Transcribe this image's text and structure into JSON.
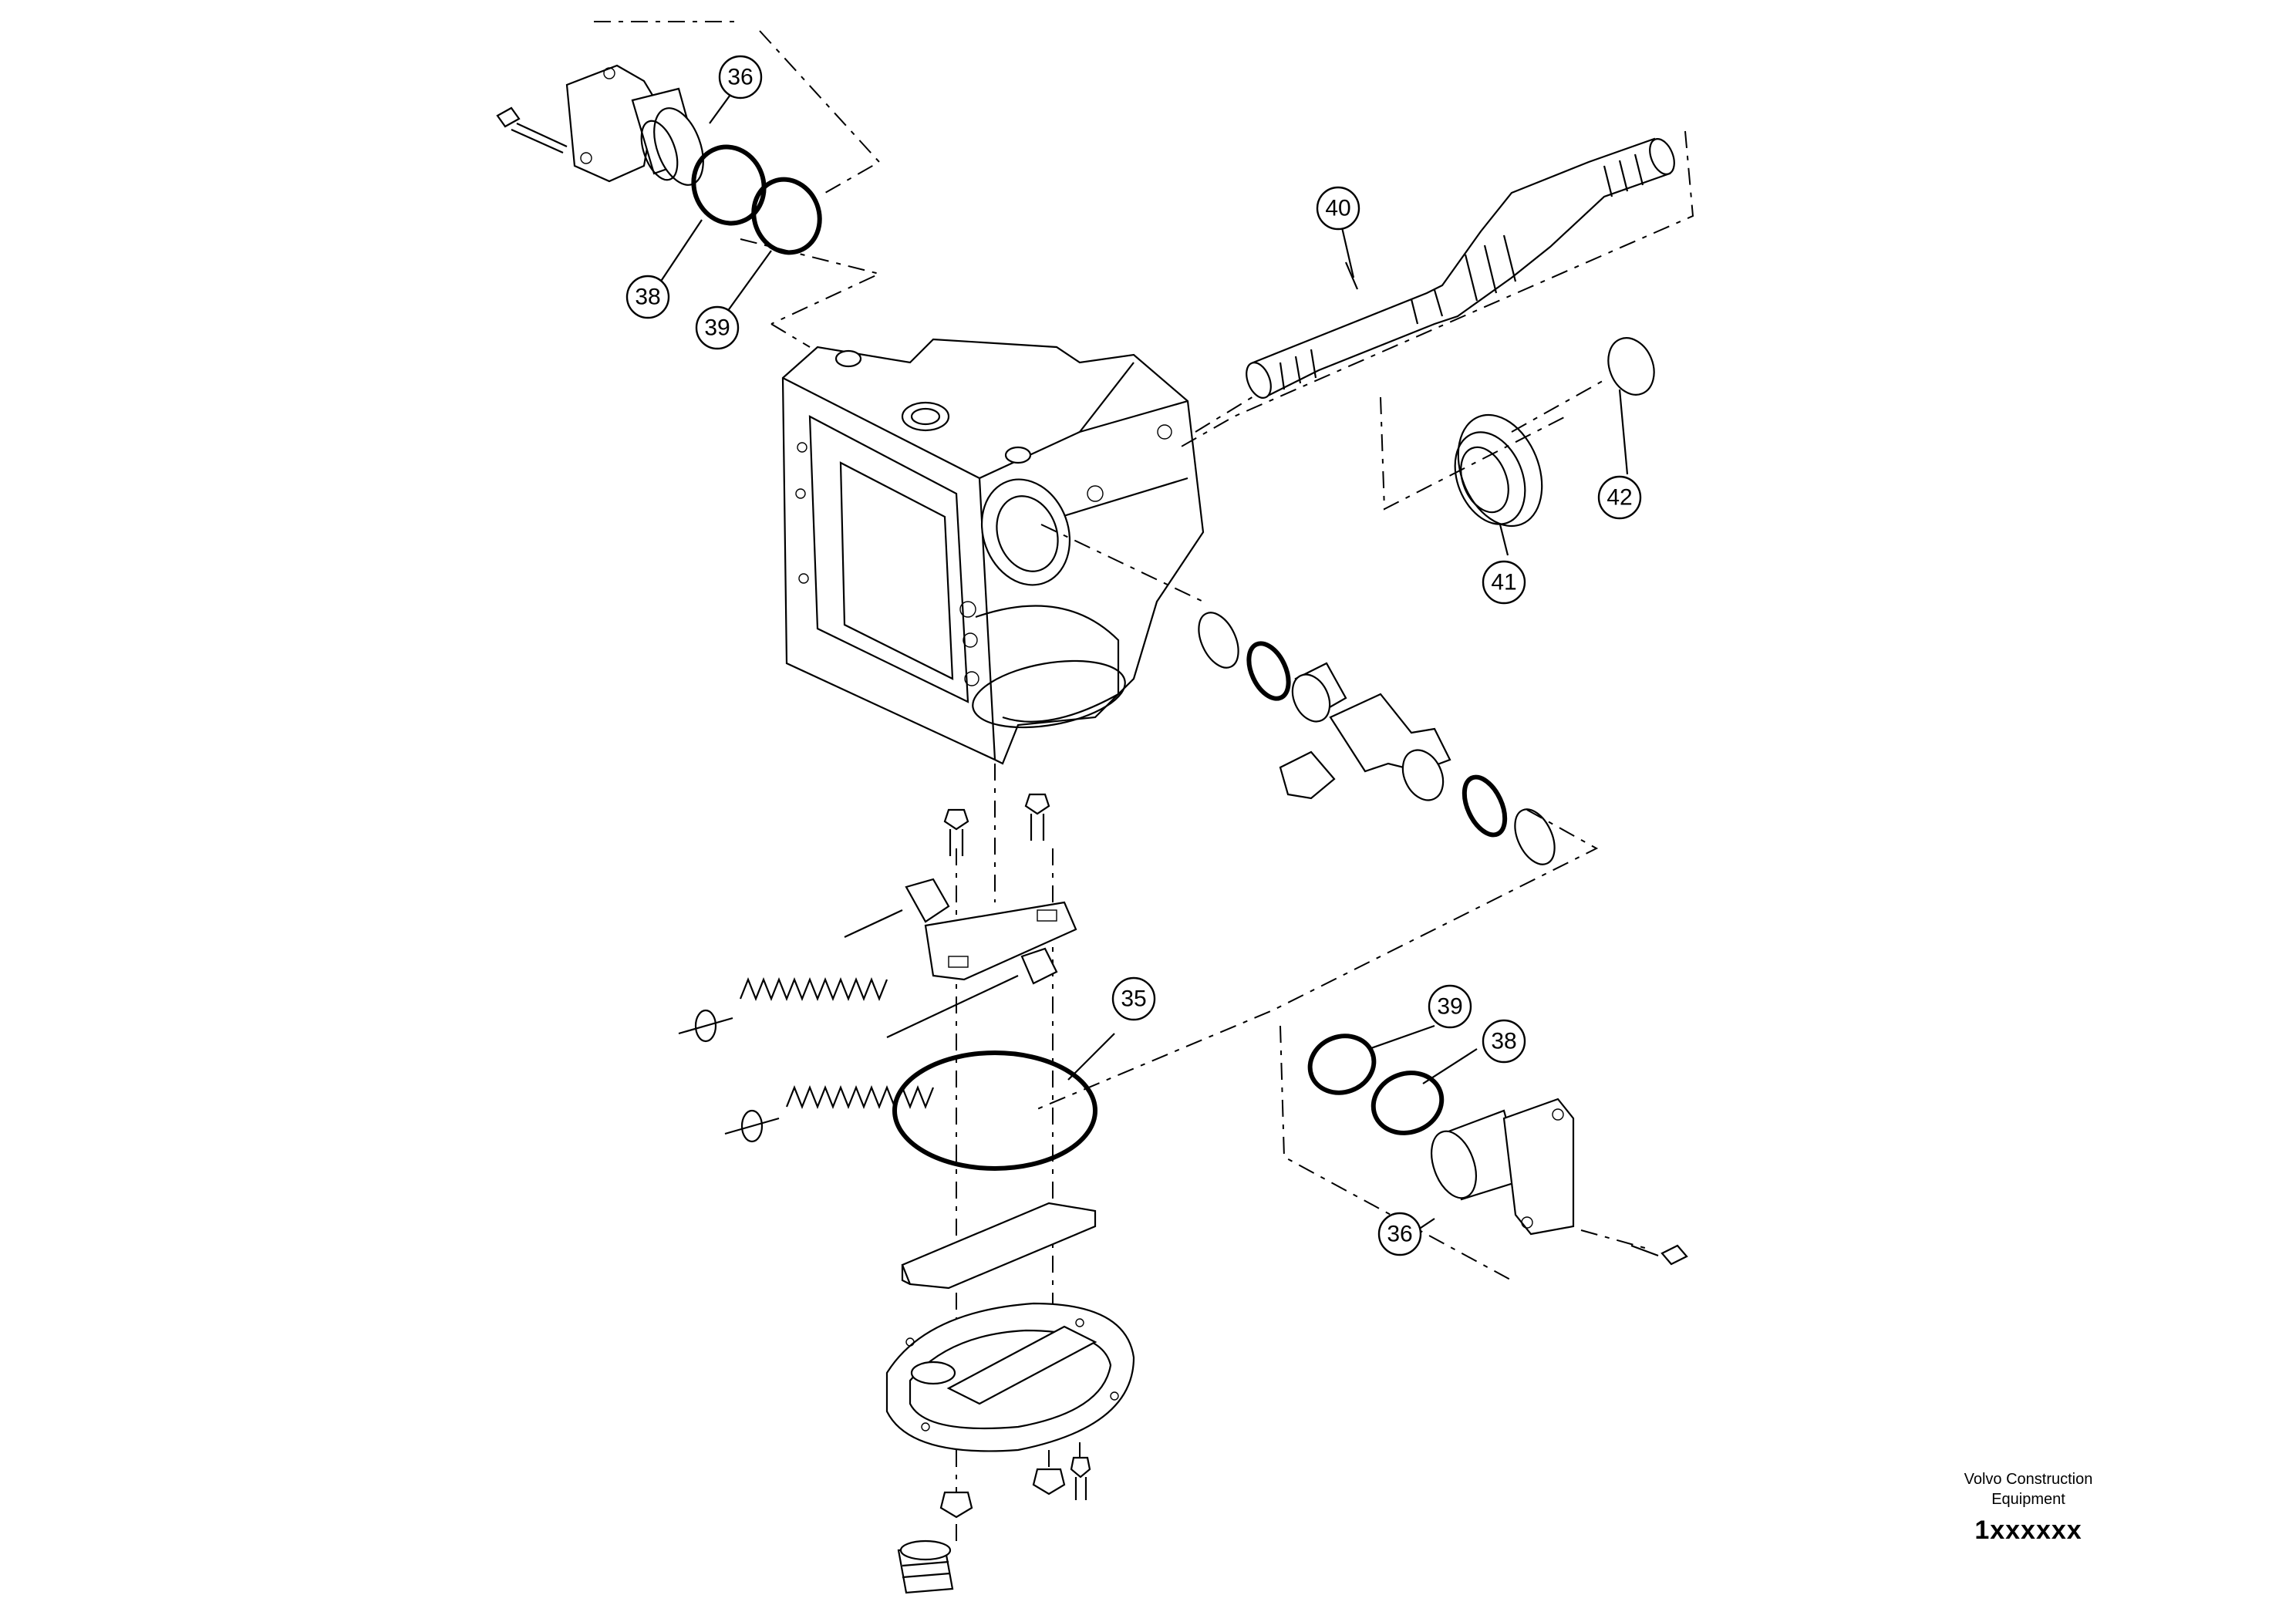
{
  "callouts": [
    {
      "id": "c36a",
      "label": "36"
    },
    {
      "id": "c38a",
      "label": "38"
    },
    {
      "id": "c39a",
      "label": "39"
    },
    {
      "id": "c40",
      "label": "40"
    },
    {
      "id": "c41",
      "label": "41"
    },
    {
      "id": "c42",
      "label": "42"
    },
    {
      "id": "c35",
      "label": "35"
    },
    {
      "id": "c39b",
      "label": "39"
    },
    {
      "id": "c38b",
      "label": "38"
    },
    {
      "id": "c36b",
      "label": "36"
    }
  ],
  "credit": {
    "company_line1": "Volvo Construction",
    "company_line2": "Equipment",
    "drawing_number": "1xxxxxx"
  }
}
